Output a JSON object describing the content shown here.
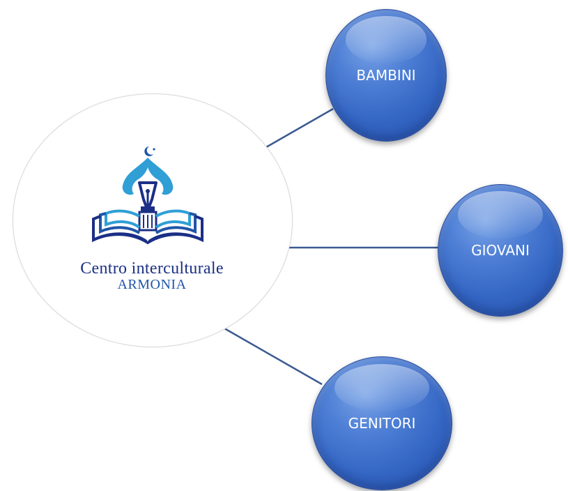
{
  "center": {
    "logo_line1": "Centro interculturale",
    "logo_line2": "ARMONIA",
    "logo_icon": "mosque-book-pen-logo"
  },
  "nodes": [
    {
      "label": "BAMBINI"
    },
    {
      "label": "GIOVANI"
    },
    {
      "label": "GENITORI"
    }
  ],
  "colors": {
    "node_fill": "#3a6cc8",
    "connector": "#3b5a92",
    "logo_navy": "#1b2f86",
    "logo_blue": "#1f56a8",
    "logo_cyan": "#2f9fd6"
  }
}
